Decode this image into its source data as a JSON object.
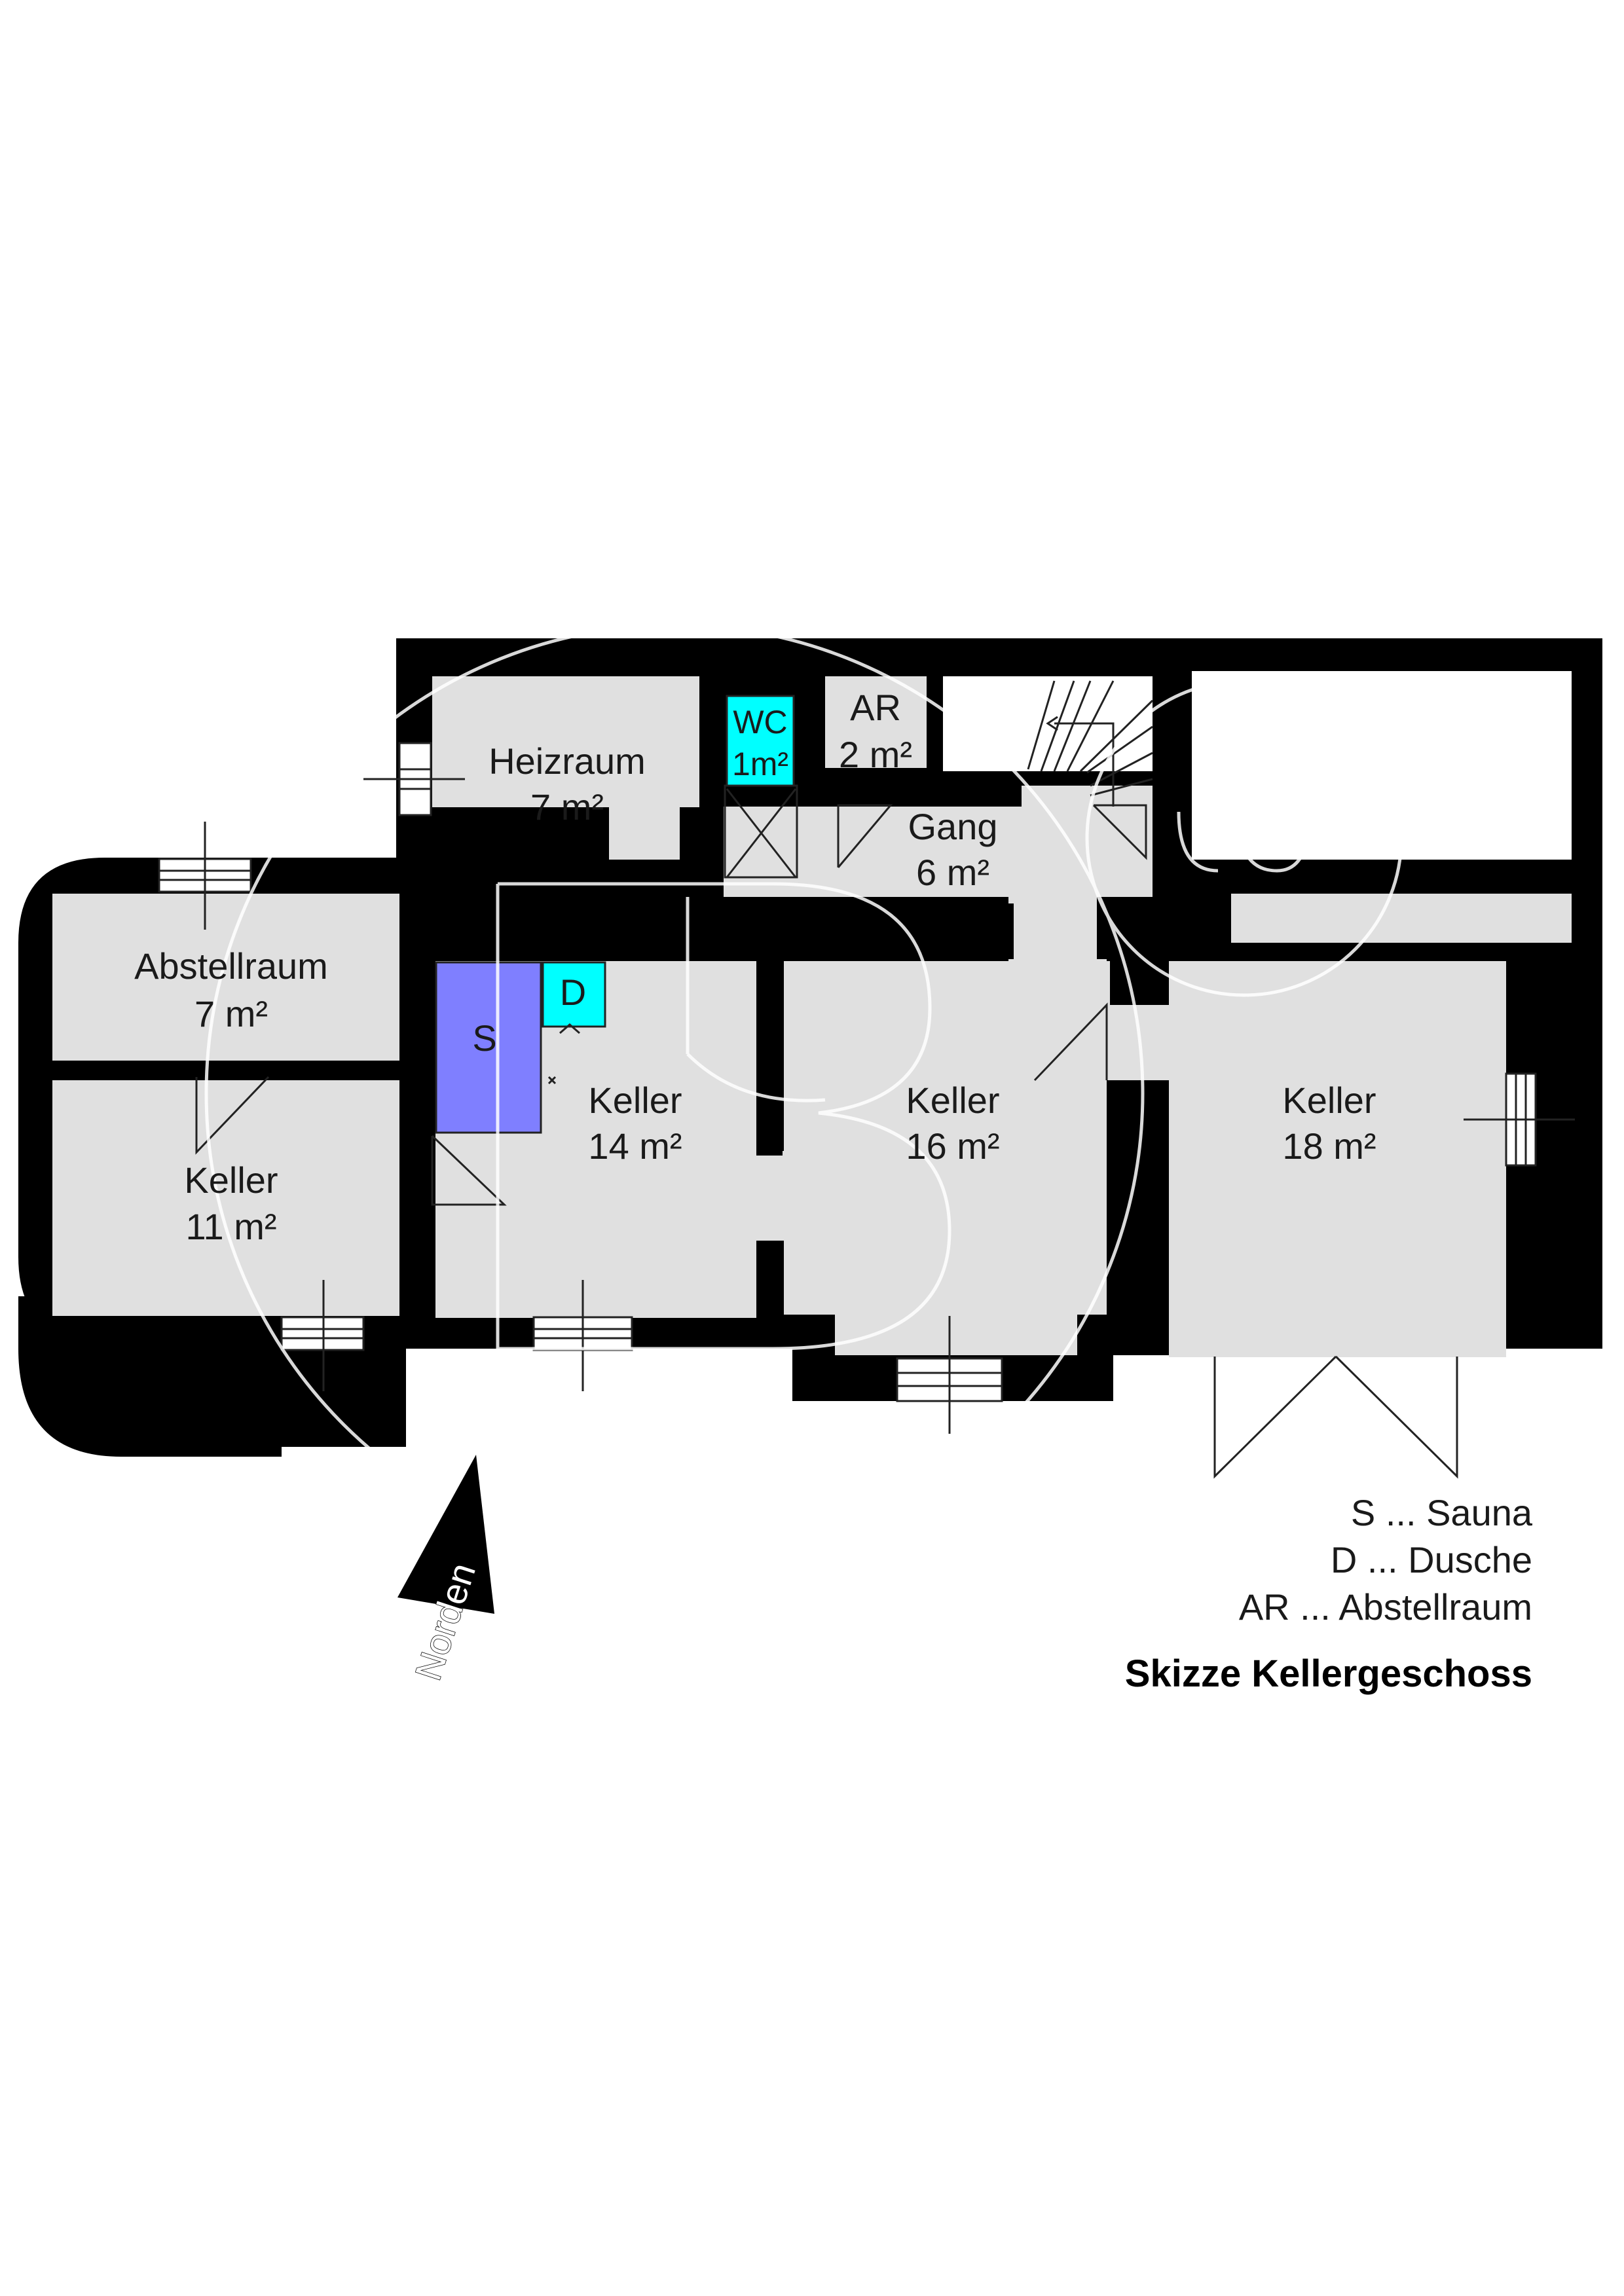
{
  "colors": {
    "wall": "#000000",
    "floor": "#e0e0e0",
    "sauna": "#7f7fff",
    "wet_room": "#00ffff",
    "watermark": "#ffffff"
  },
  "rooms": {
    "heizraum": {
      "name": "Heizraum",
      "area": "7 m²"
    },
    "wc": {
      "name": "WC",
      "area": "1m²"
    },
    "ar": {
      "name": "AR",
      "area": "2 m²"
    },
    "gang": {
      "name": "Gang",
      "area": "6 m²"
    },
    "abstellraum": {
      "name": "Abstellraum",
      "area": "7 m²"
    },
    "keller11": {
      "name": "Keller",
      "area": "11 m²"
    },
    "keller14": {
      "name": "Keller",
      "area": "14 m²"
    },
    "keller16": {
      "name": "Keller",
      "area": "16 m²"
    },
    "keller18": {
      "name": "Keller",
      "area": "18 m²"
    },
    "sauna": {
      "name": "S"
    },
    "dusche": {
      "name": "D"
    }
  },
  "north_arrow": {
    "label": "Norden"
  },
  "legend": {
    "items": [
      "S ... Sauna",
      "D ... Dusche",
      "AR ... Abstellraum"
    ],
    "title": "Skizze Kellergeschoss"
  }
}
